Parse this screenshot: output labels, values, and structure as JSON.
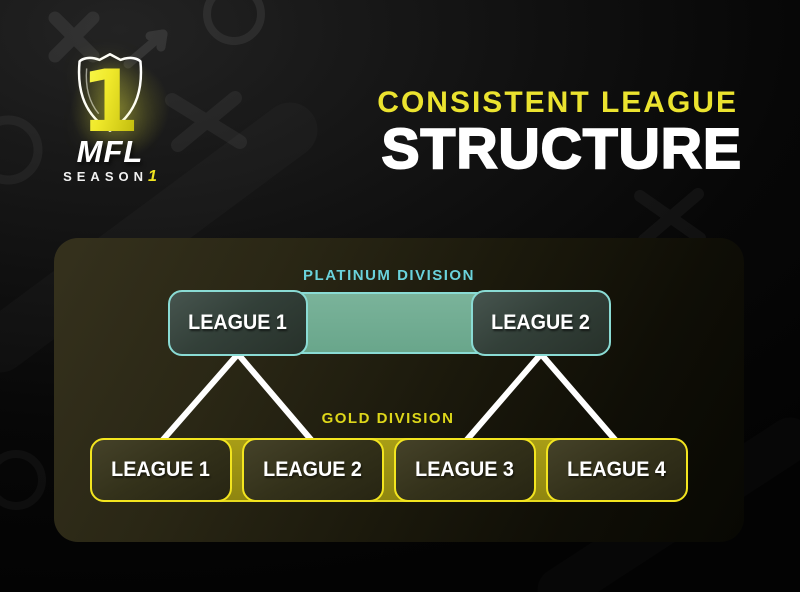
{
  "logo": {
    "shield_number": "1",
    "brand": "MFL",
    "season_word": "SEASON",
    "season_number": "1"
  },
  "header": {
    "subtitle": "CONSISTENT LEAGUE",
    "title": "STRUCTURE"
  },
  "diagram": {
    "platinum": {
      "label": "PLATINUM DIVISION",
      "leagues": [
        "LEAGUE 1",
        "LEAGUE 2"
      ],
      "accent_color": "#8adbd4",
      "bar_fill_color": "#6faa8f",
      "label_color": "#6ad2dc"
    },
    "gold": {
      "label": "GOLD DIVISION",
      "leagues": [
        "LEAGUE 1",
        "LEAGUE 2",
        "LEAGUE 3",
        "LEAGUE 4"
      ],
      "accent_color": "#f3e51f",
      "bar_fill_color": "#9c9213",
      "label_color": "#ded71a"
    },
    "connections": [
      {
        "from": "platinum-league-1",
        "to": "gold-league-1"
      },
      {
        "from": "platinum-league-1",
        "to": "gold-league-2"
      },
      {
        "from": "platinum-league-2",
        "to": "gold-league-3"
      },
      {
        "from": "platinum-league-2",
        "to": "gold-league-4"
      }
    ],
    "connector_color": "#ffffff"
  },
  "colors": {
    "background": "#0d0d0d",
    "panel": "#26230f",
    "title_yellow": "#ebe32f",
    "title_white": "#ffffff"
  }
}
